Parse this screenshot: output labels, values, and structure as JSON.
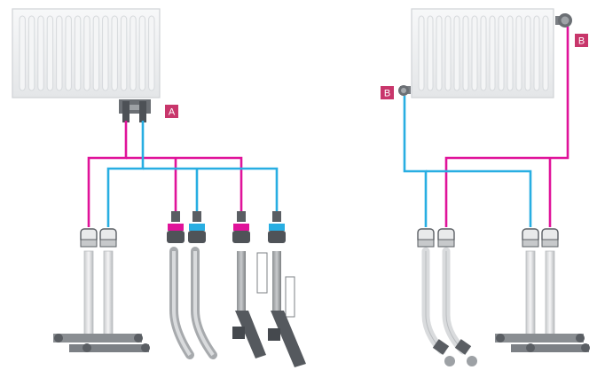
{
  "labels": {
    "left_valve": "A",
    "right_return": "B",
    "right_supply": "B"
  },
  "colors": {
    "supply_pipe": "#e0139a",
    "return_pipe": "#28aee2",
    "badge": "#c8366b",
    "radiator_fill": "#f1f2f3",
    "radiator_edge": "#cfd2d5",
    "fitting": "#5a5e63",
    "pipe_grey": "#a7aaad"
  },
  "icons": [
    "radiator-icon",
    "valve-icon",
    "pipe-fitting-icon",
    "tee-fitting-icon"
  ]
}
